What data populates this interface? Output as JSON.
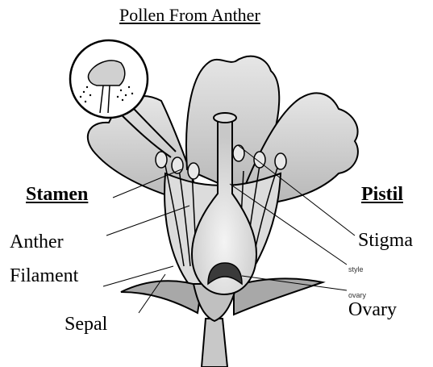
{
  "title": "Pollen From Anther",
  "labels": {
    "stamen": "Stamen",
    "pistil": "Pistil",
    "anther": "Anther",
    "filament": "Filament",
    "sepal": "Sepal",
    "stigma": "Stigma",
    "style": "style",
    "ovary_small": "ovary",
    "ovary": "Ovary"
  },
  "colors": {
    "petal_fill": "#d8d8d8",
    "petal_dark": "#b0b0b0",
    "pistil_fill": "#ececec",
    "ovary_dark": "#3a3a3a",
    "outline": "#000000"
  }
}
